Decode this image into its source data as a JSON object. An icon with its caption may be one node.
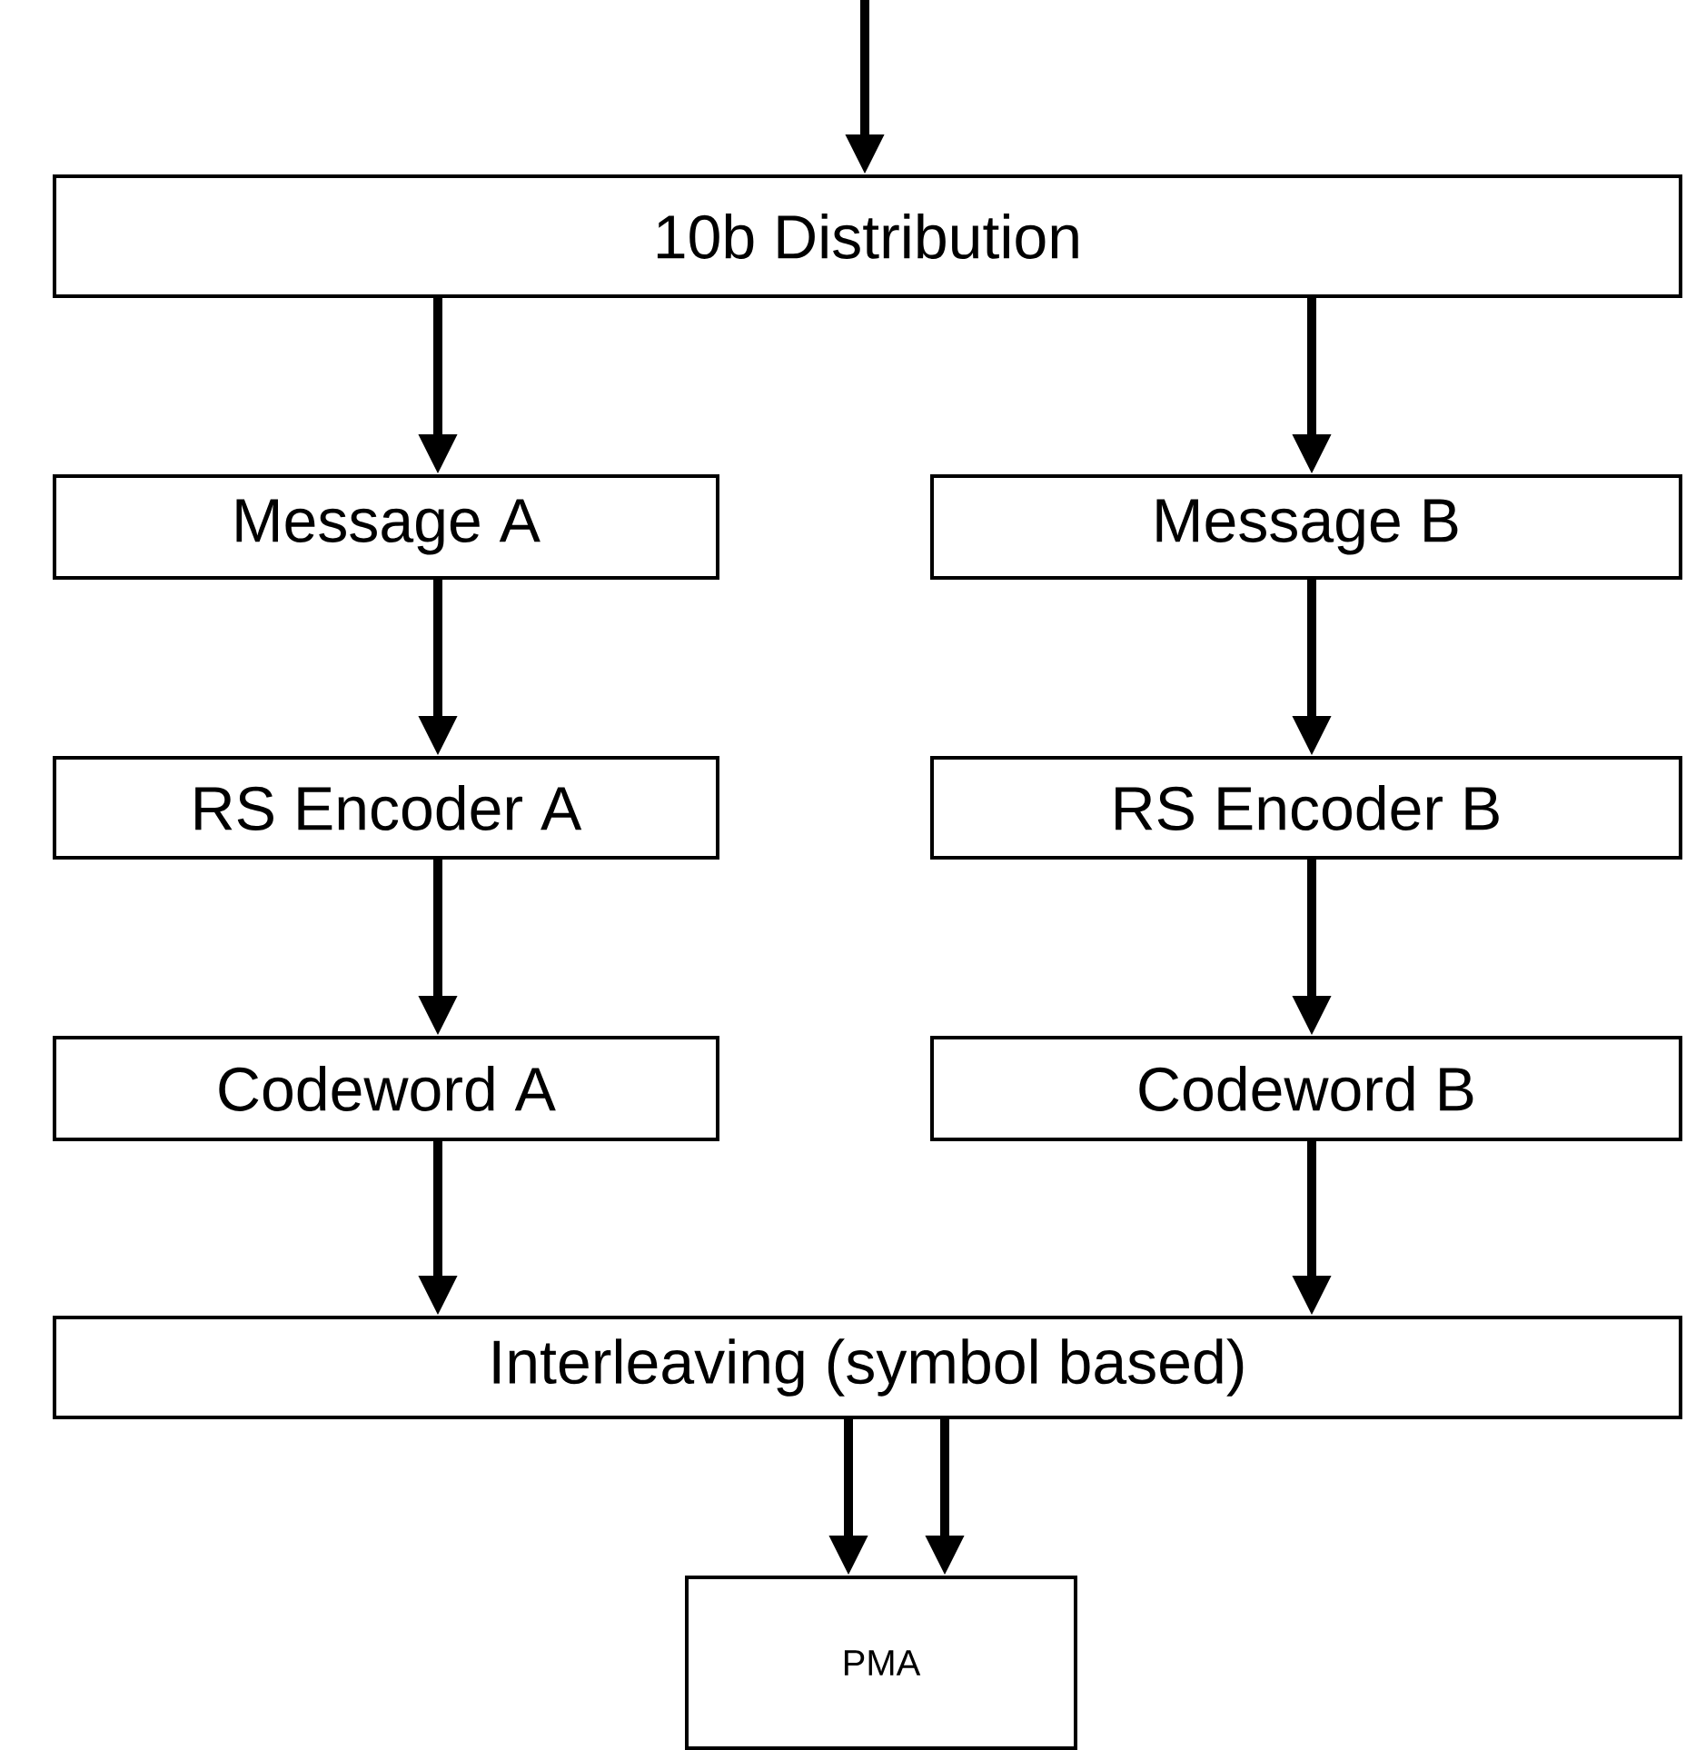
{
  "diagram": {
    "nodes": [
      {
        "text": [
          "10b Distribution"
        ]
      },
      {
        "text": [
          "Message A"
        ]
      },
      {
        "text": [
          "Message B"
        ]
      },
      {
        "text": [
          "RS Encoder A"
        ]
      },
      {
        "text": [
          "RS Encoder B"
        ]
      },
      {
        "text": [
          "Codeword A"
        ]
      },
      {
        "text": [
          "Codeword B"
        ]
      },
      {
        "text": [
          "Interleaving (symbol based)"
        ]
      },
      {
        "text": [
          "PMA"
        ]
      }
    ],
    "edges": [
      {
        "from": null,
        "to": 0,
        "arrow": "to"
      },
      {
        "from": 0,
        "to": 1,
        "arrow": "to"
      },
      {
        "from": 0,
        "to": 2,
        "arrow": "to"
      },
      {
        "from": 1,
        "to": 3,
        "arrow": "to"
      },
      {
        "from": 2,
        "to": 4,
        "arrow": "to"
      },
      {
        "from": 3,
        "to": 5,
        "arrow": "to"
      },
      {
        "from": 4,
        "to": 6,
        "arrow": "to"
      },
      {
        "from": 5,
        "to": 7,
        "arrow": "to"
      },
      {
        "from": 6,
        "to": 7,
        "arrow": "to"
      },
      {
        "from": 7,
        "to": 8,
        "arrow": "to"
      },
      {
        "from": 7,
        "to": 8,
        "arrow": "to"
      }
    ]
  }
}
